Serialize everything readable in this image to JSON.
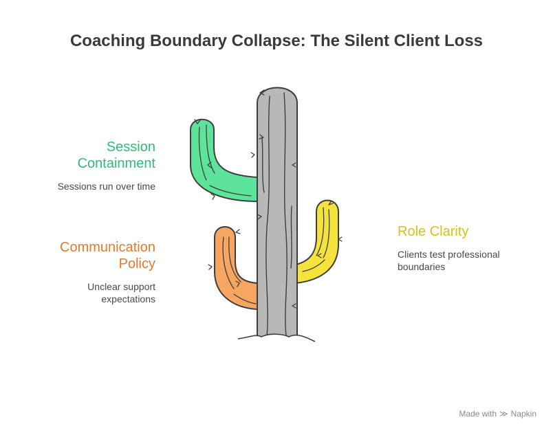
{
  "title": "Coaching Boundary Collapse: The Silent Client Loss",
  "items": [
    {
      "heading": "Session Containment",
      "heading_line1": "Session",
      "heading_line2": "Containment",
      "description": "Sessions run over time",
      "color": "#2ebd77",
      "fill": "#5ee49a"
    },
    {
      "heading": "Communication Policy",
      "heading_line1": "Communication",
      "heading_line2": "Policy",
      "description_line1": "Unclear support",
      "description_line2": "expectations",
      "color": "#e07b2e",
      "fill": "#f6a661"
    },
    {
      "heading": "Role Clarity",
      "description_line1": "Clients test professional",
      "description_line2": "boundaries",
      "color": "#d6c11a",
      "fill": "#f5e23a"
    }
  ],
  "footer": {
    "made_with": "Made with",
    "brand": "Napkin"
  },
  "colors": {
    "trunk": "#b8b8b8",
    "outline": "#3d3d3d"
  }
}
